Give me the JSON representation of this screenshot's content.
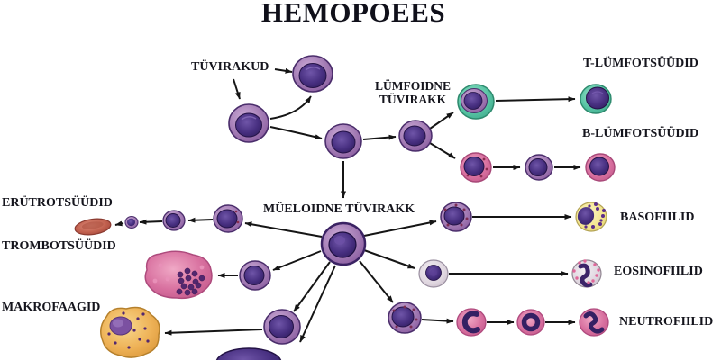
{
  "title": "HEMOPOEES",
  "labels": {
    "stem_cells": "TÜVIRAKUD",
    "lymphoid_stem_line1": "LÜMFOIDNE",
    "lymphoid_stem_line2": "TÜVIRAKK",
    "myeloid_stem": "MÜELOIDNE TÜVIRAKK",
    "t_lymphocytes": "T-LÜMFOTSÜÜDID",
    "b_lymphocytes": "B-LÜMFOTSÜÜDID",
    "erythrocytes": "ERÜTROTSÜÜDID",
    "thrombocytes": "TROMBOTSÜÜDID",
    "macrophages": "MAKROFAAGID",
    "basophils": "BASOFIILID",
    "eosinophils": "EOSINOFIILID",
    "neutrophils": "NEUTROFIILID"
  },
  "colors": {
    "background": "#ffffff",
    "text": "#15151d",
    "arrow": "#151515",
    "cell_purple": "#a67fb7",
    "nucleus_purple": "#3b2368",
    "cell_pink": "#d8709f",
    "cell_teal": "#58c4a4",
    "basophil_yellow": "#f3e48e",
    "macrophage_orange": "#eeb257",
    "erythrocyte_red": "#c2614f",
    "eosinophil_gray": "#dfd6df"
  }
}
